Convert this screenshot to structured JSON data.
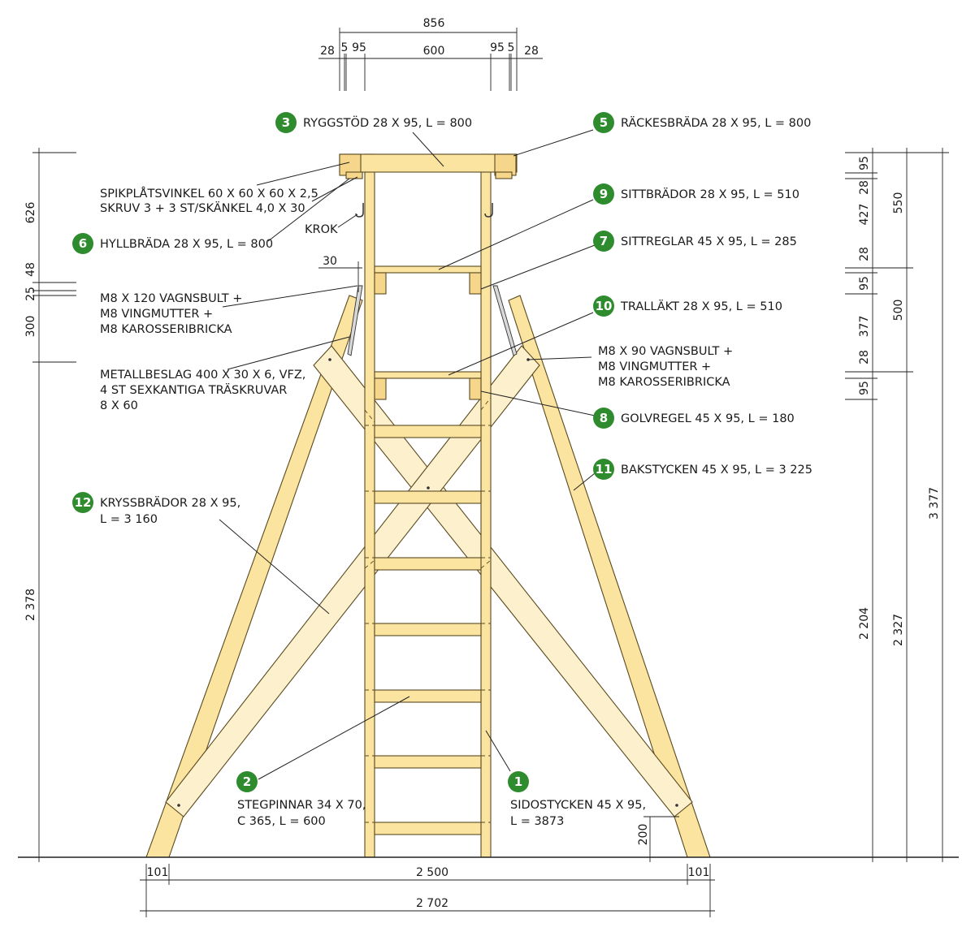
{
  "colors": {
    "wood": "#fbe3a0",
    "wood_light": "#fdf0cc",
    "badge": "#2e8b2e",
    "line": "#222222"
  },
  "top_dims": {
    "overall": "856",
    "left_28": "28",
    "left_5": "5",
    "left_95": "95",
    "middle": "600",
    "right_95": "95",
    "right_5": "5",
    "right_28": "28"
  },
  "labels": {
    "l3": {
      "num": "3",
      "text": "RYGGSTÖD 28 X 95, L = 800"
    },
    "l5": {
      "num": "5",
      "text": "RÄCKESBRÄDA 28 X 95, L = 800"
    },
    "l9": {
      "num": "9",
      "text": "SITTBRÄDOR 28 X 95, L = 510"
    },
    "l7": {
      "num": "7",
      "text": "SITTREGLAR 45 X 95, L = 285"
    },
    "l10": {
      "num": "10",
      "text": "TRALLÄKT 28 X 95, L = 510"
    },
    "l8": {
      "num": "8",
      "text": "GOLVREGEL 45 X 95, L = 180"
    },
    "l11": {
      "num": "11",
      "text": "BAKSTYCKEN 45 X 95, L = 3 225"
    },
    "l6": {
      "num": "6",
      "text": "HYLLBRÄDA 28 X 95, L = 800"
    },
    "l12": {
      "num": "12",
      "line1": "KRYSSBRÄDOR 28 X 95,",
      "line2": "L = 3 160"
    },
    "l2": {
      "num": "2",
      "line1": "STEGPINNAR 34 X 70,",
      "line2": "C 365, L = 600"
    },
    "l1": {
      "num": "1",
      "line1": "SIDOSTYCKEN 45 X 95,",
      "line2": "L = 3873"
    }
  },
  "notes": {
    "spik1": "SPIKPLÅTSVINKEL 60 X 60 X 60 X 2,5",
    "spik2": "SKRUV 3 + 3 ST/SKÄNKEL 4,0 X 30",
    "krok": "KROK",
    "bolt120_1": "M8 X 120 VAGNSBULT +",
    "bolt120_2": "M8 VINGMUTTER +",
    "bolt120_3": "M8 KAROSSERIBRICKA",
    "metal1": "METALLBESLAG 400 X 30 X 6, VFZ,",
    "metal2": "4 ST SEXKANTIGA TRÄSKRUVAR",
    "metal3": "8 X 60",
    "bolt90_1": "M8 X 90 VAGNSBULT +",
    "bolt90_2": "M8 VINGMUTTER +",
    "bolt90_3": "M8 KAROSSERIBRICKA"
  },
  "left_dims": {
    "d626": "626",
    "d48": "48",
    "d25": "25",
    "d300": "300",
    "d2378": "2 378",
    "d30": "30"
  },
  "right_dims": {
    "r95a": "95",
    "r28a": "28",
    "r427": "427",
    "r28b": "28",
    "r95b": "95",
    "r377": "377",
    "r28c": "28",
    "r95c": "95",
    "r2204": "2 204",
    "r550": "550",
    "r500": "500",
    "r2327": "2 327",
    "r3377": "3 377"
  },
  "bottom_dims": {
    "b101_left": "101",
    "b2500": "2 500",
    "b101_right": "101",
    "b2702": "2 702",
    "b200": "200"
  }
}
